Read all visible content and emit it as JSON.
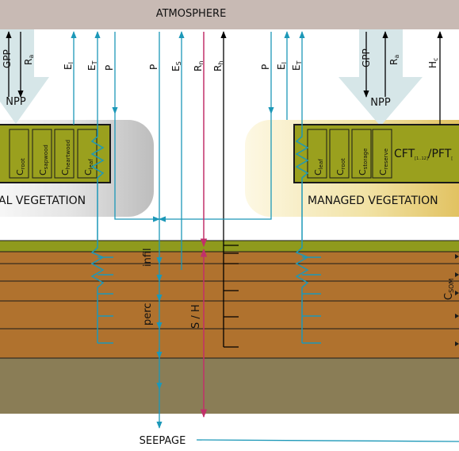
{
  "diagram": {
    "atmosphere": "ATMOSPHERE",
    "seepage": "SEEPAGE",
    "natural_vegetation": "AL VEGETATION",
    "managed_vegetation": "MANAGED VEGETATION",
    "npp_left": "NPP",
    "npp_right": "NPP",
    "left_top_labels": {
      "gpp": "GPP",
      "ra": "R",
      "ra_sub": "a",
      "ei": "E",
      "ei_sub": "I",
      "et": "E",
      "et_sub": "T",
      "p": "P"
    },
    "center_labels": {
      "p": "P",
      "es": "E",
      "es_sub": "S",
      "rn": "R",
      "rn_sub": "n",
      "rh": "R",
      "rh_sub": "h"
    },
    "right_top_labels": {
      "p": "P",
      "ei": "E",
      "ei_sub": "I",
      "et": "E",
      "et_sub": "T",
      "gpp": "GPP",
      "ra": "R",
      "ra_sub": "a",
      "hc": "H",
      "hc_sub": "c"
    },
    "natural_pools": [
      {
        "main": "C",
        "sub": "root"
      },
      {
        "main": "C",
        "sub": "sapwood"
      },
      {
        "main": "C",
        "sub": "heartwood"
      },
      {
        "main": "C",
        "sub": "leaf"
      }
    ],
    "managed_pools": [
      {
        "main": "C",
        "sub": "leaf"
      },
      {
        "main": "C",
        "sub": "root"
      },
      {
        "main": "C",
        "sub": "storage"
      },
      {
        "main": "C",
        "sub": "reserve"
      }
    ],
    "cft_label": {
      "a": "CFT",
      "a_sub": "[1..12]",
      "b": "/PFT",
      "b_sub": "["
    },
    "soil_labels": {
      "infil": "infil",
      "perc": "perc",
      "sh": "S / H",
      "csom": "C",
      "csom_sub": "SOM"
    }
  },
  "colors": {
    "atmosphere_band": "#c8bab4",
    "npp_arrow": "#d6e6e8",
    "flux_blue": "#1c98b8",
    "heat_magenta": "#c2306a",
    "pool_olive": "#9aa01e",
    "soil_top": "#8f9a1d",
    "soil_brown": "#b0722e",
    "bedrock": "#8a7d56"
  }
}
